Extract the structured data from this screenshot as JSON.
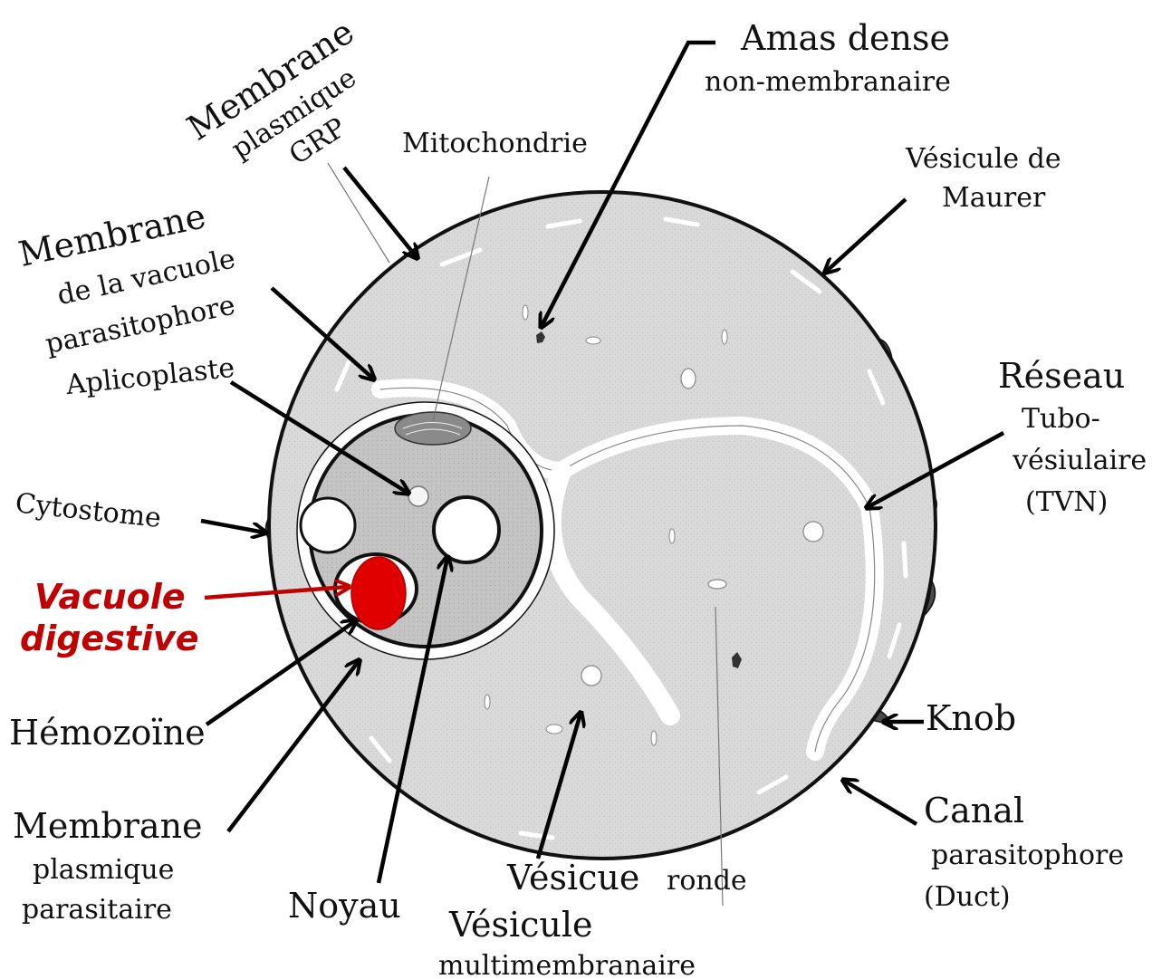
{
  "labels": {
    "membrane_grp": [
      "Membrane",
      "plasmique",
      "GRP"
    ],
    "mitochondrie": "Mitochondrie",
    "amas_dense": [
      "Amas dense",
      "non-membranaire"
    ],
    "vesicule_maurer": [
      "Vésicule de",
      "Maurer"
    ],
    "membrane_vacuole": [
      "Membrane",
      "de la vacuole",
      "parasitophore"
    ],
    "aplicoplaste": "Aplicoplaste",
    "reseau": [
      "Réseau",
      "Tubo-",
      "vésiulaire",
      "(TVN)"
    ],
    "cytostome": "Cytostome",
    "vacuole_digestive": [
      "Vacuole",
      "digestive"
    ],
    "hemozoine": "Hémozoïne",
    "knob": "Knob",
    "membrane_parasitaire": [
      "Membrane",
      "plasmique",
      "parasitaire"
    ],
    "noyau": "Noyau",
    "vesicue_ronde": [
      "Vésicue",
      "ronde"
    ],
    "vesicule_multi": [
      "Vésicule",
      "multimembranaire"
    ],
    "canal": [
      "Canal",
      "parasitophore",
      "(Duct)"
    ]
  },
  "colors": {
    "cell_fill": "#d9d9d9",
    "vacuole_fill": "#c4c4c4",
    "outline": "#111111",
    "highlight_red": "#e00000",
    "label_red": "#c00000"
  }
}
